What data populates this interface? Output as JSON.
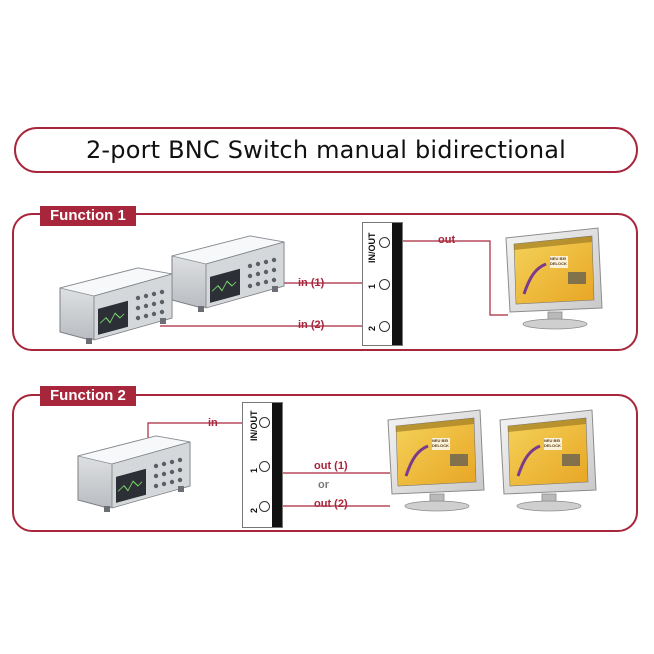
{
  "title": "2-port BNC Switch manual bidirectional",
  "function1": {
    "tag": "Function 1",
    "in1_label": "in (1)",
    "in2_label": "in (2)",
    "out_label": "out",
    "port_inout": "IN/OUT",
    "port_1": "1",
    "port_2": "2"
  },
  "function2": {
    "tag": "Function 2",
    "in_label": "in",
    "out1_label": "out (1)",
    "or_label": "or",
    "out2_label": "out (2)",
    "port_inout": "IN/OUT",
    "port_1": "1",
    "port_2": "2"
  },
  "monitor_screen": {
    "heading": "NEU BEI DELOCK"
  },
  "colors": {
    "accent": "#a8263b",
    "wire": "#a8263b",
    "switch_bar": "#111111"
  }
}
